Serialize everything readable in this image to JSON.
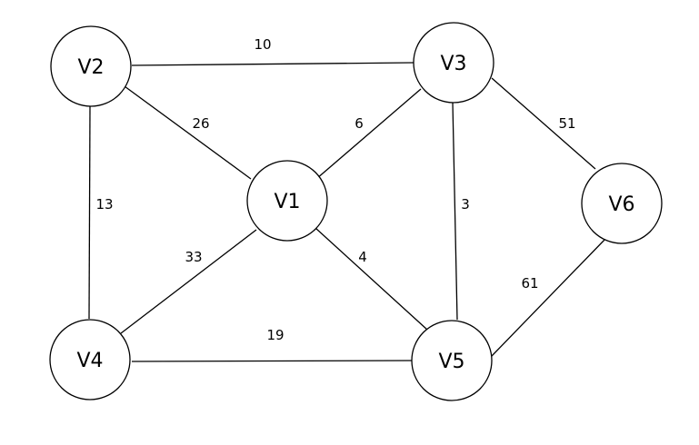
{
  "nodes": [
    {
      "id": "V1",
      "label": "V1"
    },
    {
      "id": "V2",
      "label": "V2"
    },
    {
      "id": "V3",
      "label": "V3"
    },
    {
      "id": "V4",
      "label": "V4"
    },
    {
      "id": "V5",
      "label": "V5"
    },
    {
      "id": "V6",
      "label": "V6"
    }
  ],
  "edges": [
    {
      "from": "V2",
      "to": "V3",
      "weight": "10"
    },
    {
      "from": "V2",
      "to": "V1",
      "weight": "26"
    },
    {
      "from": "V3",
      "to": "V1",
      "weight": "6"
    },
    {
      "from": "V3",
      "to": "V6",
      "weight": "51"
    },
    {
      "from": "V2",
      "to": "V4",
      "weight": "13"
    },
    {
      "from": "V3",
      "to": "V5",
      "weight": "3"
    },
    {
      "from": "V4",
      "to": "V1",
      "weight": "33"
    },
    {
      "from": "V1",
      "to": "V5",
      "weight": "4"
    },
    {
      "from": "V6",
      "to": "V5",
      "weight": "61"
    },
    {
      "from": "V4",
      "to": "V5",
      "weight": "19"
    }
  ]
}
